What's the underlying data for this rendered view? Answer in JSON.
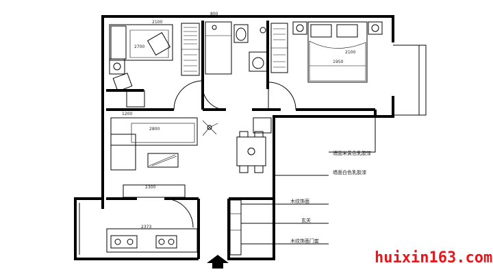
{
  "dimensions": {
    "top_corridor": "800",
    "bedroom2_width": "2100",
    "master_width": "1950",
    "master_depth": "2100",
    "study_depth": "2700",
    "living_width": "1200",
    "sofa_width": "2800",
    "table_width": "2300",
    "kitchen_width": "2373"
  },
  "annotations": {
    "a1": "墙面米黄色乳胶漆",
    "a2": "墙面白色乳胶漆",
    "a3": "木纹饰面",
    "a4": "玄关",
    "a5": "木纹饰面门套"
  },
  "watermark": "huixin163.com",
  "colors": {
    "watermark": "#e8161b",
    "line": "#000000"
  }
}
